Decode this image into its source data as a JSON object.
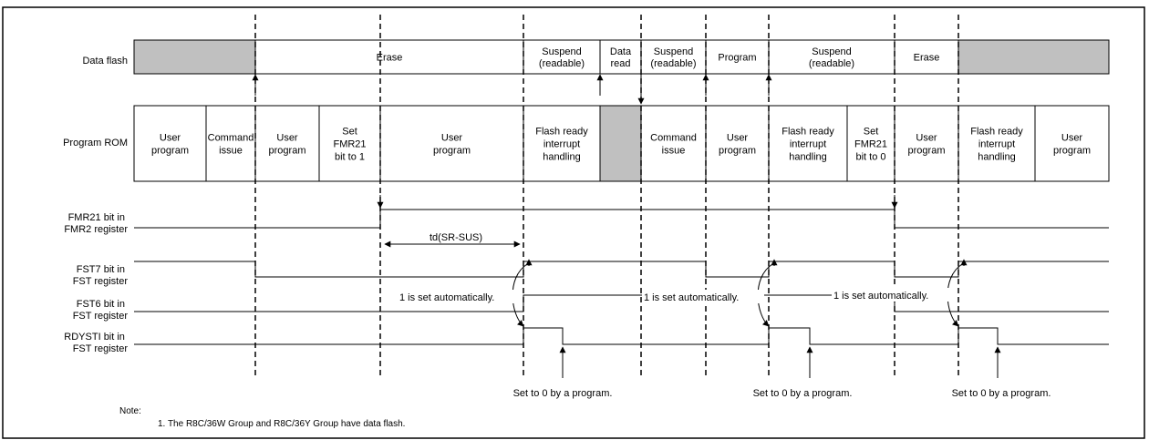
{
  "signal_labels": {
    "data_flash": [
      "Data flash"
    ],
    "program_rom": [
      "Program ROM"
    ],
    "fmr21": [
      "FMR21 bit in",
      "FMR2 register"
    ],
    "fst7": [
      "FST7 bit in",
      "FST register"
    ],
    "fst6": [
      "FST6 bit in",
      "FST register"
    ],
    "rdysti": [
      "RDYSTI bit in",
      "FST register"
    ]
  },
  "data_flash_row": [
    {
      "lines": [
        ""
      ],
      "shaded": true
    },
    {
      "lines": [
        "Erase"
      ],
      "shaded": false
    },
    {
      "lines": [
        "Suspend",
        "(readable)"
      ],
      "shaded": false
    },
    {
      "lines": [
        "Data",
        "read"
      ],
      "shaded": false
    },
    {
      "lines": [
        "Suspend",
        "(readable)"
      ],
      "shaded": false
    },
    {
      "lines": [
        "Program"
      ],
      "shaded": false
    },
    {
      "lines": [
        "Suspend",
        "(readable)"
      ],
      "shaded": false
    },
    {
      "lines": [
        "Erase"
      ],
      "shaded": false
    },
    {
      "lines": [
        ""
      ],
      "shaded": true
    }
  ],
  "program_rom_row": [
    {
      "lines": [
        "User",
        "program"
      ],
      "shaded": false
    },
    {
      "lines": [
        "Command",
        "issue"
      ],
      "shaded": false
    },
    {
      "lines": [
        "User",
        "program"
      ],
      "shaded": false
    },
    {
      "lines": [
        "Set",
        "FMR21",
        "bit to 1"
      ],
      "shaded": false
    },
    {
      "lines": [
        "User",
        "program"
      ],
      "shaded": false
    },
    {
      "lines": [
        "Flash ready",
        "interrupt",
        "handling"
      ],
      "shaded": false
    },
    {
      "lines": [
        ""
      ],
      "shaded": true
    },
    {
      "lines": [
        "Command",
        "issue"
      ],
      "shaded": false
    },
    {
      "lines": [
        "User",
        "program"
      ],
      "shaded": false
    },
    {
      "lines": [
        "Flash ready",
        "interrupt",
        "handling"
      ],
      "shaded": false
    },
    {
      "lines": [
        "Set",
        "FMR21",
        "bit to 0"
      ],
      "shaded": false
    },
    {
      "lines": [
        "User",
        "program"
      ],
      "shaded": false
    },
    {
      "lines": [
        "Flash ready",
        "interrupt",
        "handling"
      ],
      "shaded": false
    },
    {
      "lines": [
        "User",
        "program"
      ],
      "shaded": false
    }
  ],
  "timing_label": "td(SR-SUS)",
  "auto_set_label": "1 is set automatically.",
  "set_to_zero_label": "Set to 0 by a program.",
  "note": {
    "heading": "Note:",
    "items": [
      "1. The R8C/36W Group and R8C/36Y Group have data flash."
    ]
  },
  "colors": {
    "shaded": "#c0c0c0",
    "line": "#000000",
    "background": "#ffffff"
  }
}
